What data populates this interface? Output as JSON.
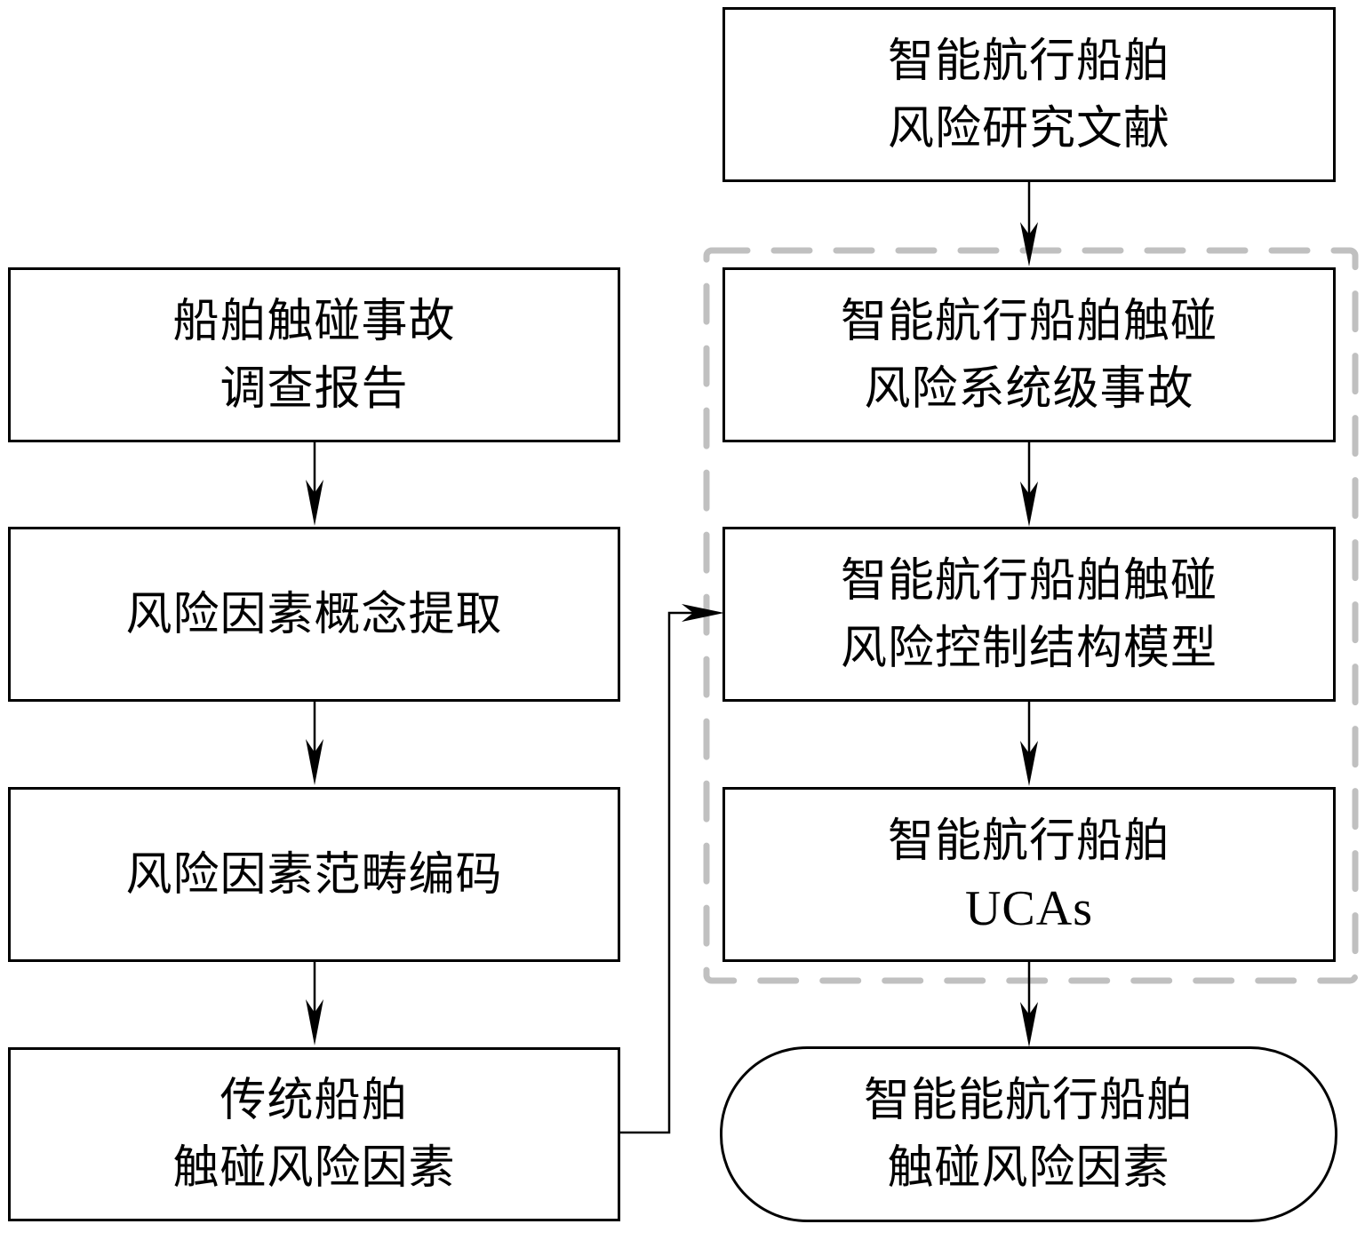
{
  "diagram": {
    "type": "flowchart",
    "colors": {
      "box_border": "#000000",
      "arrow": "#000000",
      "group_border": "#c0c0c0",
      "background": "#ffffff"
    },
    "left_column": [
      {
        "id": "accident-reports",
        "lines": [
          "船舶触碰事故",
          "调查报告"
        ]
      },
      {
        "id": "concept-extraction",
        "lines": [
          "风险因素概念提取"
        ]
      },
      {
        "id": "category-coding",
        "lines": [
          "风险因素范畴编码"
        ]
      },
      {
        "id": "traditional-factors",
        "lines": [
          "传统船舶",
          "触碰风险因素"
        ]
      }
    ],
    "right_column": [
      {
        "id": "literature",
        "lines": [
          "智能航行船舶",
          "风险研究文献"
        ]
      },
      {
        "id": "system-accidents",
        "lines": [
          "智能航行船舶触碰",
          "风险系统级事故"
        ]
      },
      {
        "id": "control-structure",
        "lines": [
          "智能航行船舶触碰",
          "风险控制结构模型"
        ]
      },
      {
        "id": "ucas",
        "lines": [
          "智能航行船舶",
          "UCAs"
        ]
      },
      {
        "id": "smart-factors",
        "lines": [
          "智能能航行船舶",
          "触碰风险因素"
        ],
        "shape": "terminal"
      }
    ],
    "group": {
      "style": "dashed",
      "contains": [
        "system-accidents",
        "control-structure",
        "ucas"
      ]
    },
    "edges": [
      {
        "from": "accident-reports",
        "to": "concept-extraction"
      },
      {
        "from": "concept-extraction",
        "to": "category-coding"
      },
      {
        "from": "category-coding",
        "to": "traditional-factors"
      },
      {
        "from": "traditional-factors",
        "to": "control-structure"
      },
      {
        "from": "literature",
        "to": "system-accidents"
      },
      {
        "from": "system-accidents",
        "to": "control-structure"
      },
      {
        "from": "control-structure",
        "to": "ucas"
      },
      {
        "from": "ucas",
        "to": "smart-factors"
      }
    ]
  }
}
